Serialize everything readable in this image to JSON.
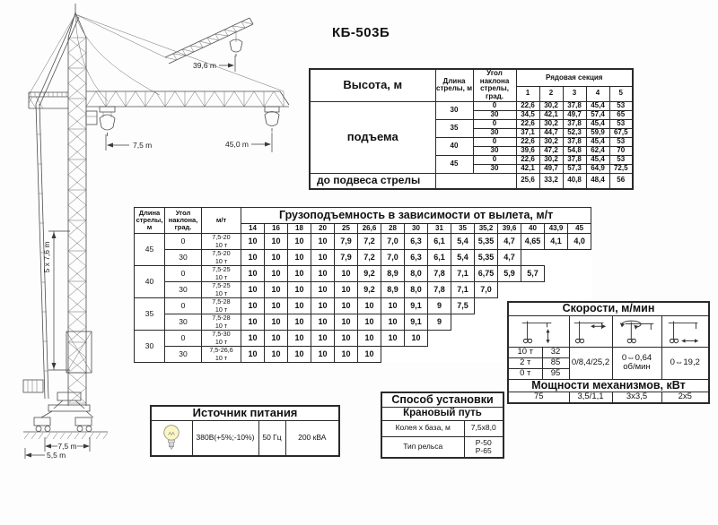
{
  "title": "КБ-503Б",
  "drawing": {
    "labels": {
      "raised_jib_length": "39,6 m",
      "min_radius": "7,5 m",
      "max_radius": "45,0 m",
      "tower_sections": "5 х 7,6 m",
      "track_gauge": "7,5 m",
      "base_width": "5,5 m"
    }
  },
  "height_table": {
    "title": "Высота, м",
    "col_boom_length": "Длина стрелы, м",
    "col_angle": "Угол наклона стрелы, град.",
    "col_section": "Рядовая секция",
    "section_numbers": [
      "1",
      "2",
      "3",
      "4",
      "5"
    ],
    "row_group_label": "подъема",
    "rows": [
      {
        "boom": "30",
        "angle": "0",
        "values": [
          "22,6",
          "30,2",
          "37,8",
          "45,4",
          "53"
        ]
      },
      {
        "boom": "30",
        "angle": "30",
        "values": [
          "34,5",
          "42,1",
          "49,7",
          "57,4",
          "65"
        ]
      },
      {
        "boom": "35",
        "angle": "0",
        "values": [
          "22,6",
          "30,2",
          "37,8",
          "45,4",
          "53"
        ]
      },
      {
        "boom": "35",
        "angle": "30",
        "values": [
          "37,1",
          "44,7",
          "52,3",
          "59,9",
          "67,5"
        ]
      },
      {
        "boom": "40",
        "angle": "0",
        "values": [
          "22,6",
          "30,2",
          "37,8",
          "45,4",
          "53"
        ]
      },
      {
        "boom": "40",
        "angle": "30",
        "values": [
          "39,6",
          "47,2",
          "54,8",
          "62,4",
          "70"
        ]
      },
      {
        "boom": "45",
        "angle": "0",
        "values": [
          "22,6",
          "30,2",
          "37,8",
          "45,4",
          "53"
        ]
      },
      {
        "boom": "45",
        "angle": "30",
        "values": [
          "42,1",
          "49,7",
          "57,3",
          "64,9",
          "72,5"
        ]
      }
    ],
    "footer_label": "до подвеса стрелы",
    "footer_values": [
      "25,6",
      "33,2",
      "40,8",
      "48,4",
      "56"
    ]
  },
  "capacity_table": {
    "col_boom_length": "Длина стрелы, м",
    "col_angle": "Угол наклона, град.",
    "col_mt": "м/т",
    "title": "Грузоподъемность в зависимости от вылета, м/т",
    "radii": [
      "14",
      "16",
      "18",
      "20",
      "25",
      "26,6",
      "28",
      "30",
      "31",
      "35",
      "35,2",
      "39,6",
      "40",
      "43,9",
      "45"
    ],
    "rows": [
      {
        "boom": "45",
        "angle": "0",
        "mt": "7,5-20\n10 т",
        "values": [
          "10",
          "10",
          "10",
          "10",
          "7,9",
          "7,2",
          "7,0",
          "6,3",
          "6,1",
          "5,4",
          "5,35",
          "4,7",
          "4,65",
          "4,1",
          "4,0"
        ]
      },
      {
        "boom": "45",
        "angle": "30",
        "mt": "7,5-20\n10 т",
        "values": [
          "10",
          "10",
          "10",
          "10",
          "7,9",
          "7,2",
          "7,0",
          "6,3",
          "6,1",
          "5,4",
          "5,35",
          "4,7"
        ]
      },
      {
        "boom": "40",
        "angle": "0",
        "mt": "7,5-25\n10 т",
        "values": [
          "10",
          "10",
          "10",
          "10",
          "10",
          "9,2",
          "8,9",
          "8,0",
          "7,8",
          "7,1",
          "6,75",
          "5,9",
          "5,7"
        ]
      },
      {
        "boom": "40",
        "angle": "30",
        "mt": "7,5-25\n10 т",
        "values": [
          "10",
          "10",
          "10",
          "10",
          "10",
          "9,2",
          "8,9",
          "8,0",
          "7,8",
          "7,1",
          "7,0"
        ]
      },
      {
        "boom": "35",
        "angle": "0",
        "mt": "7,5-28\n10 т",
        "values": [
          "10",
          "10",
          "10",
          "10",
          "10",
          "10",
          "10",
          "9,1",
          "9",
          "7,5"
        ]
      },
      {
        "boom": "35",
        "angle": "30",
        "mt": "7,5-28\n10 т",
        "values": [
          "10",
          "10",
          "10",
          "10",
          "10",
          "10",
          "10",
          "9,1",
          "9"
        ]
      },
      {
        "boom": "30",
        "angle": "0",
        "mt": "7,5-30\n10 т",
        "values": [
          "10",
          "10",
          "10",
          "10",
          "10",
          "10",
          "10",
          "10"
        ]
      },
      {
        "boom": "30",
        "angle": "30",
        "mt": "7,5-26,6\n10 т",
        "values": [
          "10",
          "10",
          "10",
          "10",
          "10",
          "10"
        ]
      }
    ]
  },
  "speeds_table": {
    "title": "Скорости, м/мин",
    "icons": {
      "hoist": "crane-with-vertical-arrow",
      "trolley": "crane-with-jib-arrow",
      "slew": "crane-with-rotation-arrows",
      "travel": "crane-with-travel-arrow"
    },
    "hoist_rows": [
      [
        "10 т",
        "32"
      ],
      [
        "2 т",
        "85"
      ],
      [
        "0 т",
        "95"
      ]
    ],
    "trolley": "0/8,4/25,2",
    "slew": "0⇔0,64\nоб/мин",
    "travel": "0⇔19,2",
    "power_title": "Мощности механизмов, кВт",
    "power_values": [
      "75",
      "3,5/1,1",
      "3x3,5",
      "2x5"
    ]
  },
  "power_table": {
    "title": "Источник питания",
    "icon": "lightbulb",
    "voltage": "380В(+5%;-10%)",
    "frequency": "50 Гц",
    "capacity": "200 кВА"
  },
  "install_table": {
    "title": "Способ установки",
    "subtitle": "Крановый путь",
    "rows": [
      {
        "label": "Колея х база, м",
        "value": "7,5x8,0"
      },
      {
        "label": "Тип рельса",
        "value": "Р-50\nР-65"
      }
    ]
  }
}
